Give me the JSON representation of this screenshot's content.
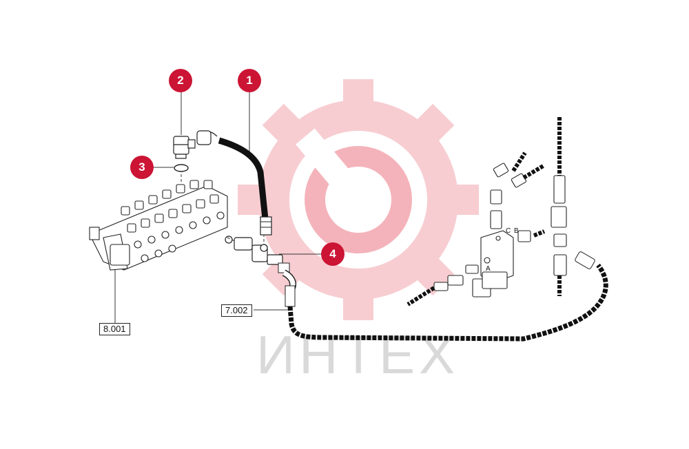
{
  "callouts": {
    "c1": "1",
    "c2": "2",
    "c3": "3",
    "c4": "4"
  },
  "references": {
    "valve_block_ref": "8.001",
    "hose_ref": "7.002"
  },
  "port_letters": {
    "a": "A",
    "b": "B",
    "c": "C"
  },
  "watermark": {
    "text": "ИНТЕХ"
  },
  "colors": {
    "callout": "#cc1434",
    "watermark_gear": "#f6c9cd",
    "watermark_text": "#d9d9d9",
    "hose": "#111111"
  }
}
